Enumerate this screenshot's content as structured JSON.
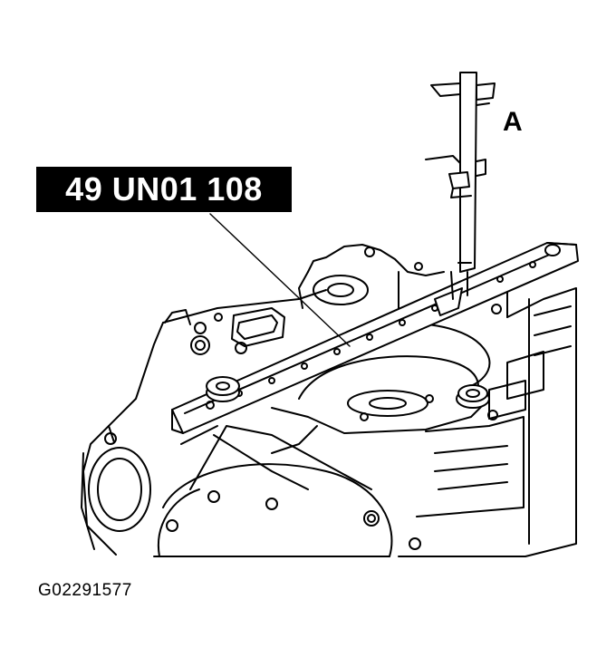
{
  "figure": {
    "callout_label": "49 UN01 108",
    "detail_label": "A",
    "figure_id": "G02291577"
  },
  "colors": {
    "ink": "#000000",
    "paper": "#ffffff"
  }
}
